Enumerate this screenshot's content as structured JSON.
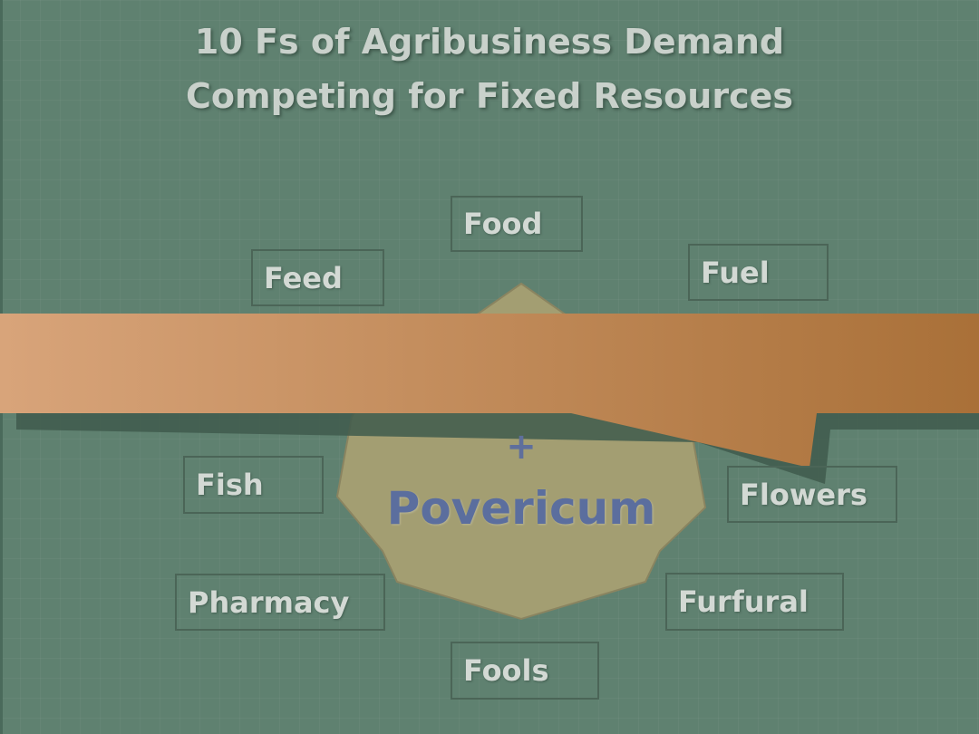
{
  "title": {
    "line1": "10 Fs of Agribusiness Demand",
    "line2": "Competing for Fixed Resources"
  },
  "boxes": {
    "food": "Food",
    "feed": "Feed",
    "fuel": "Fuel",
    "fish": "Fish",
    "flowers": "Flowers",
    "pharmacy": "Pharmacy",
    "furfural": "Furfural",
    "fools": "Fools"
  },
  "center": {
    "plus": "+",
    "label": "Povericum"
  },
  "colors": {
    "background": "#5f8170",
    "star_fill": "#a39e72",
    "banner_start": "#d8a47a",
    "banner_end": "#a97038",
    "center_text": "#5b6e9e"
  }
}
